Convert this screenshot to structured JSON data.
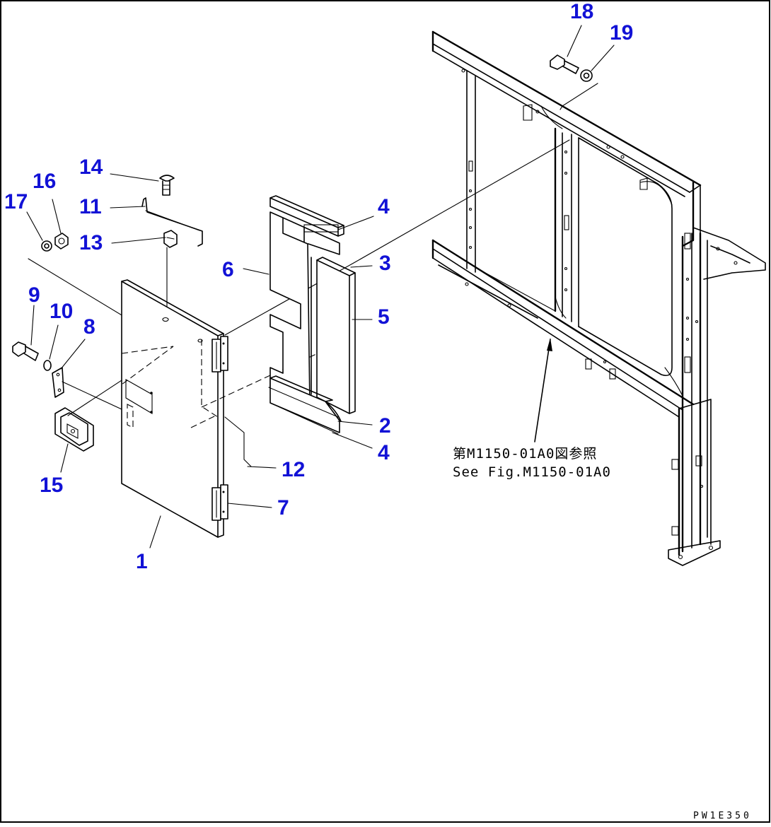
{
  "drawing_code": "PW1E350",
  "reference_note": {
    "japanese": "第M1150-01A0図参照",
    "english": "See Fig.M1150-01A0"
  },
  "callouts": [
    {
      "id": "part-1",
      "label": "1"
    },
    {
      "id": "part-2",
      "label": "2"
    },
    {
      "id": "part-3",
      "label": "3"
    },
    {
      "id": "part-4a",
      "label": "4"
    },
    {
      "id": "part-4b",
      "label": "4"
    },
    {
      "id": "part-5",
      "label": "5"
    },
    {
      "id": "part-6",
      "label": "6"
    },
    {
      "id": "part-7",
      "label": "7"
    },
    {
      "id": "part-8",
      "label": "8"
    },
    {
      "id": "part-9",
      "label": "9"
    },
    {
      "id": "part-10",
      "label": "10"
    },
    {
      "id": "part-11",
      "label": "11"
    },
    {
      "id": "part-12",
      "label": "12"
    },
    {
      "id": "part-13",
      "label": "13"
    },
    {
      "id": "part-14",
      "label": "14"
    },
    {
      "id": "part-15",
      "label": "15"
    },
    {
      "id": "part-16",
      "label": "16"
    },
    {
      "id": "part-17",
      "label": "17"
    },
    {
      "id": "part-18",
      "label": "18"
    },
    {
      "id": "part-19",
      "label": "19"
    }
  ],
  "colors": {
    "callout": "#1212d6",
    "line": "#000000",
    "background": "#ffffff",
    "border": "#000000"
  }
}
